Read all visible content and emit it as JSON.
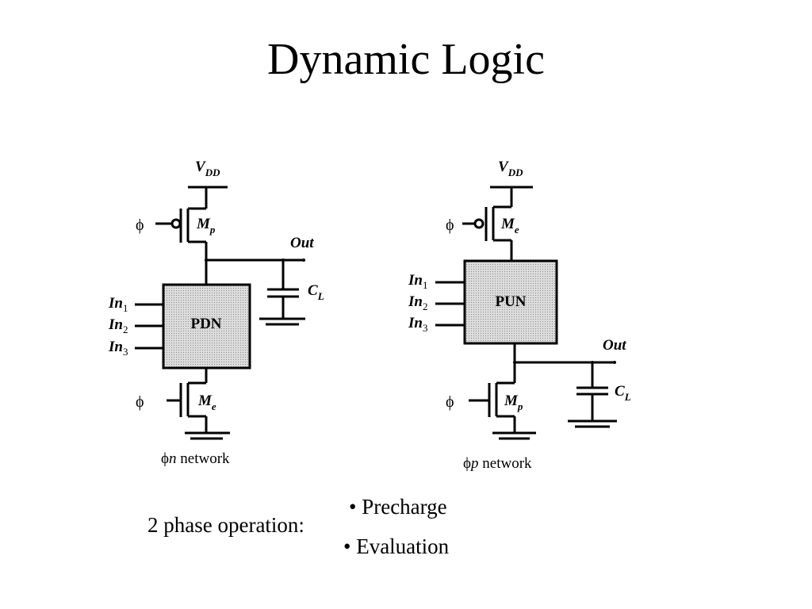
{
  "slide": {
    "title": "Dynamic Logic"
  },
  "n_network": {
    "vdd": {
      "main": "V",
      "sub": "DD"
    },
    "precharge_transistor": {
      "main": "M",
      "sub": "p"
    },
    "eval_transistor": {
      "main": "M",
      "sub": "e"
    },
    "clock_top": "ϕ",
    "clock_bottom": "ϕ",
    "output": "Out",
    "load_cap": {
      "main": "C",
      "sub": "L"
    },
    "network_block": "PDN",
    "inputs": [
      {
        "main": "In",
        "sub": "1"
      },
      {
        "main": "In",
        "sub": "2"
      },
      {
        "main": "In",
        "sub": "3"
      }
    ],
    "caption_phi": "ϕ",
    "caption_var": "n",
    "caption_text": " network"
  },
  "p_network": {
    "vdd": {
      "main": "V",
      "sub": "DD"
    },
    "eval_transistor": {
      "main": "M",
      "sub": "e"
    },
    "precharge_transistor": {
      "main": "M",
      "sub": "p"
    },
    "clock_top": "ϕ",
    "clock_bottom": "ϕ",
    "output": "Out",
    "load_cap": {
      "main": "C",
      "sub": "L"
    },
    "network_block": "PUN",
    "inputs": [
      {
        "main": "In",
        "sub": "1"
      },
      {
        "main": "In",
        "sub": "2"
      },
      {
        "main": "In",
        "sub": "3"
      }
    ],
    "caption_phi": "ϕ",
    "caption_var": "p",
    "caption_text": " network"
  },
  "operation": {
    "label": "2 phase operation:",
    "phases": [
      "• Precharge",
      "• Evaluation"
    ]
  }
}
